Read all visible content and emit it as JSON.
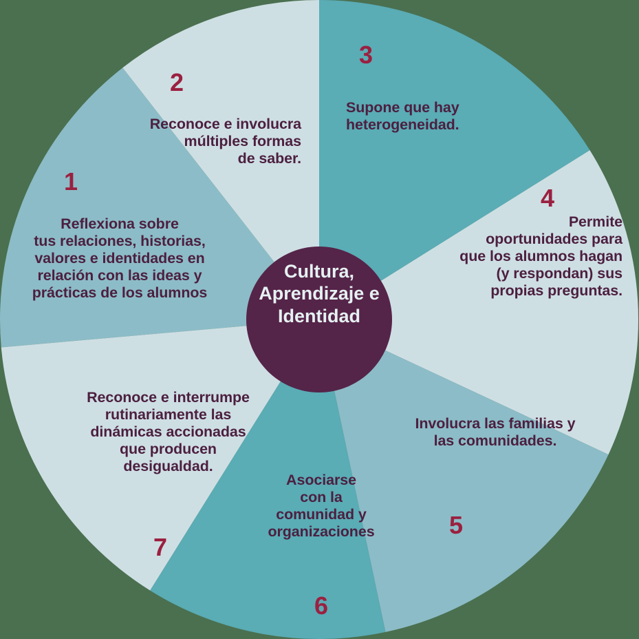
{
  "title": "Cultura, Aprendizaje e Identidad",
  "hub": {
    "label": "Cultura, Aprendizaje e Identidad",
    "line1": "Cultura,",
    "line2": "Aprendizaje e",
    "line3": "Identidad",
    "fill_color": "#552449",
    "text_color": "#e6f1f2"
  },
  "background_color": "#4a7050",
  "palette": {
    "teal": "#5aacb5",
    "light_blue": "#cedfe3",
    "medium_blue": "#8cbcc7",
    "number_color": "#9b2040",
    "text_color": "#4c1f40"
  },
  "chart_data": {
    "type": "pie",
    "title": "Cultura, Aprendizaje e Identidad",
    "legend": "none",
    "grid": false,
    "center_label": "Cultura, Aprendizaje e Identidad",
    "categories": [
      "Reflexiona sobre tus relaciones, historias, valores e identidades en relación con las ideas y prácticas de los alumnos",
      "Reconoce e involucra múltiples formas de saber.",
      "Supone que hay heterogeneidad.",
      "Permite oportunidades para que los alumnos hagan (y respondan) sus propias preguntas.",
      "Involucra las familias y las comunidades.",
      "Asociarse con la comunidad y organizaciones",
      "Reconoce e interrumpe rutinariamente las dinámicas accionadas que producen desigualdad."
    ],
    "values": [
      57,
      38,
      58,
      57,
      53,
      44,
      53
    ],
    "value_unit": "degrees",
    "colors": [
      "#8cbcc7",
      "#cedfe3",
      "#5aacb5",
      "#cedfe3",
      "#8cbcc7",
      "#5aacb5",
      "#cedfe3"
    ]
  },
  "segments": [
    {
      "number": "1",
      "fill": "#8cbcc7",
      "start_angle": 175,
      "end_angle": 232,
      "text": "Reflexiona sobre tus relaciones, historias, valores e identidades en relación con las ideas y prácticas de los alumnos",
      "lines": [
        "Reflexiona sobre",
        "tus relaciones, historias,",
        "valores e identidades en",
        "relación con las ideas y",
        "prácticas de los alumnos"
      ]
    },
    {
      "number": "2",
      "fill": "#cedfe3",
      "start_angle": 232,
      "end_angle": 270,
      "text": "Reconoce e involucra múltiples formas de saber.",
      "lines": [
        "Reconoce e involucra",
        "múltiples formas",
        "de saber."
      ]
    },
    {
      "number": "3",
      "fill": "#5aacb5",
      "start_angle": 270,
      "end_angle": 328,
      "text": "Supone que hay heterogeneidad.",
      "lines": [
        "Supone que hay",
        "heterogeneidad."
      ]
    },
    {
      "number": "4",
      "fill": "#cedfe3",
      "start_angle": 328,
      "end_angle": 25,
      "text": "Permite oportunidades para que los alumnos hagan (y respondan) sus propias preguntas.",
      "lines": [
        "Permite",
        "oportunidades para",
        "que los alumnos hagan",
        "(y respondan) sus",
        "propias preguntas."
      ]
    },
    {
      "number": "5",
      "fill": "#8cbcc7",
      "start_angle": 25,
      "end_angle": 78,
      "text": "Involucra las familias y las comunidades.",
      "lines": [
        "Involucra las familias y",
        "las comunidades."
      ]
    },
    {
      "number": "6",
      "fill": "#5aacb5",
      "start_angle": 78,
      "end_angle": 122,
      "text": "Asociarse con la comunidad y organizaciones",
      "lines": [
        "Asociarse",
        "con la",
        "comunidad y",
        "organizaciones"
      ]
    },
    {
      "number": "7",
      "fill": "#cedfe3",
      "start_angle": 122,
      "end_angle": 175,
      "text": "Reconoce e interrumpe rutinariamente las dinámicas accionadas que producen desigualdad.",
      "lines": [
        "Reconoce e interrumpe",
        "rutinariamente las",
        "dinámicas accionadas",
        "que producen",
        "desigualdad."
      ]
    }
  ]
}
